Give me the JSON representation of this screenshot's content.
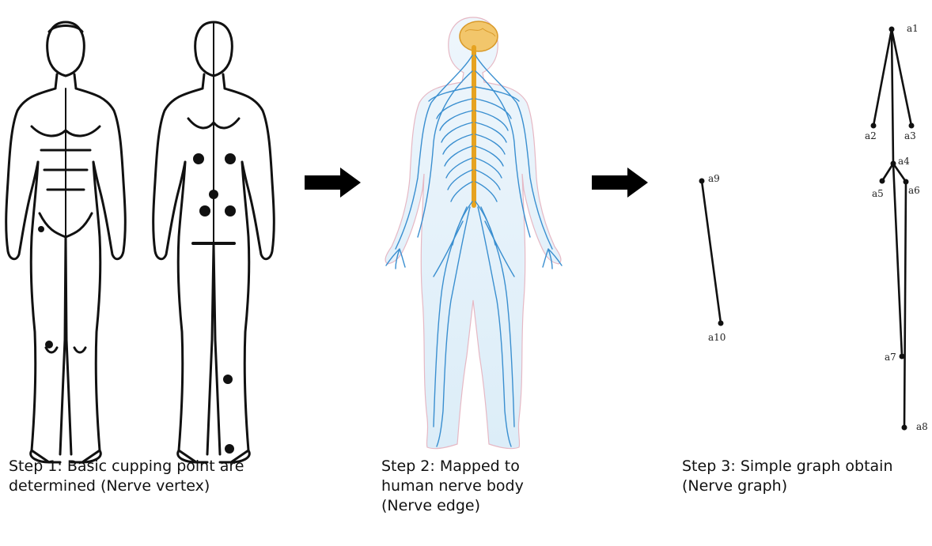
{
  "steps": [
    {
      "caption": "Step 1: Basic cupping point are\ndetermined (Nerve vertex)"
    },
    {
      "caption": "Step 2: Mapped to\nhuman nerve body\n(Nerve edge)"
    },
    {
      "caption": "Step 3: Simple graph obtain\n(Nerve graph)"
    }
  ],
  "graph": {
    "vertices": [
      "a1",
      "a2",
      "a3",
      "a4",
      "a5",
      "a6",
      "a7",
      "a8",
      "a9",
      "a10"
    ],
    "edges": [
      [
        "a1",
        "a2"
      ],
      [
        "a1",
        "a3"
      ],
      [
        "a1",
        "a4"
      ],
      [
        "a4",
        "a5"
      ],
      [
        "a4",
        "a6"
      ],
      [
        "a4",
        "a7"
      ],
      [
        "a6",
        "a8"
      ],
      [
        "a9",
        "a10"
      ]
    ]
  },
  "colors": {
    "nerve": "#3a8fd0",
    "spine": "#e6a320",
    "brain": "#f2c66b",
    "outline": "#111111"
  },
  "icons": {
    "arrow": "right-arrow-icon"
  }
}
